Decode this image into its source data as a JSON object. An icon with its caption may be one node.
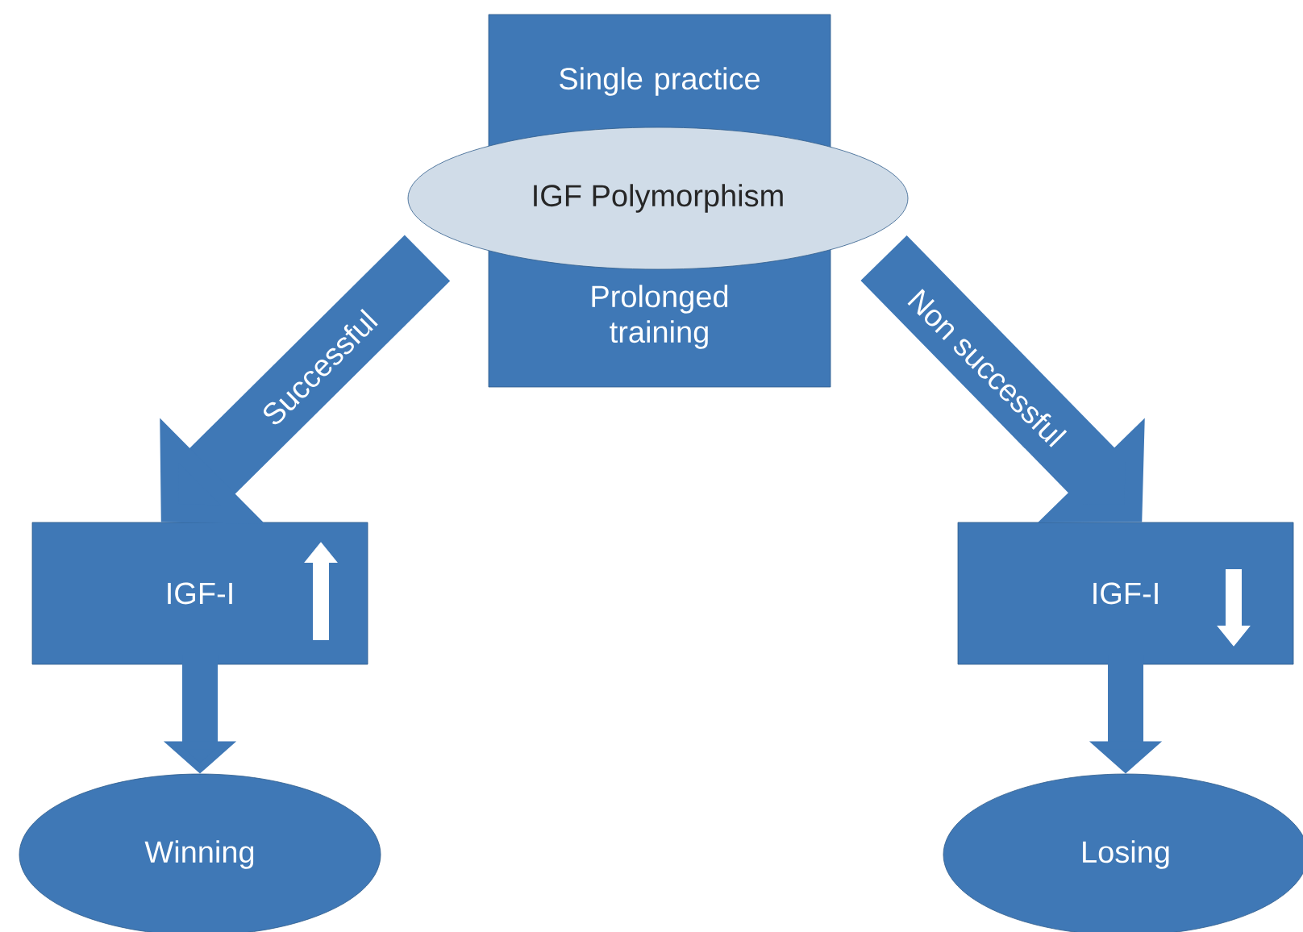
{
  "diagram": {
    "nodes": [
      {
        "text": [
          "Single practice",
          "Prolonged training"
        ]
      },
      {
        "text": [
          "IGF Polymorphism"
        ]
      },
      {
        "text": [
          "IGF-I"
        ]
      },
      {
        "text": [
          "IGF-I"
        ]
      },
      {
        "text": [
          "Winning"
        ]
      },
      {
        "text": [
          "Losing"
        ]
      }
    ],
    "edges": [
      {
        "from": 1,
        "to": 2,
        "arrow": "to",
        "label": "Successful",
        "style": "thick"
      },
      {
        "from": 1,
        "to": 3,
        "arrow": "to",
        "label": "Non successful",
        "style": "thick"
      },
      {
        "from": 2,
        "to": 4,
        "arrow": "to"
      },
      {
        "from": 3,
        "to": 5,
        "arrow": "to"
      }
    ]
  }
}
